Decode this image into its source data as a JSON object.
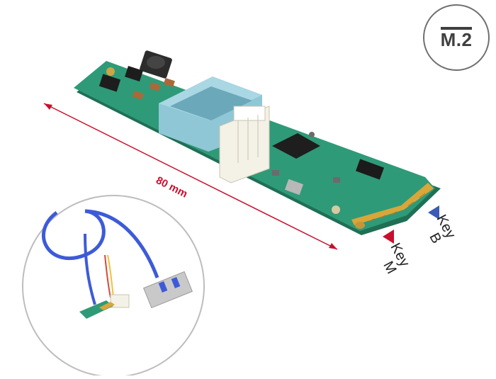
{
  "badge": {
    "label": "M.2"
  },
  "dimension": {
    "label": "80 mm"
  },
  "keys": [
    {
      "word": "Key",
      "letter": "M",
      "marker_color": "#c8102e"
    },
    {
      "word": "Key",
      "letter": "B",
      "marker_color": "#3b5bb5"
    }
  ],
  "colors": {
    "pcb": "#2f9a78",
    "connector": "#8fc7d6",
    "gold_fingers": "#d9a63a",
    "dimension_line": "#c8102e",
    "cable": "#3d5bd8"
  }
}
